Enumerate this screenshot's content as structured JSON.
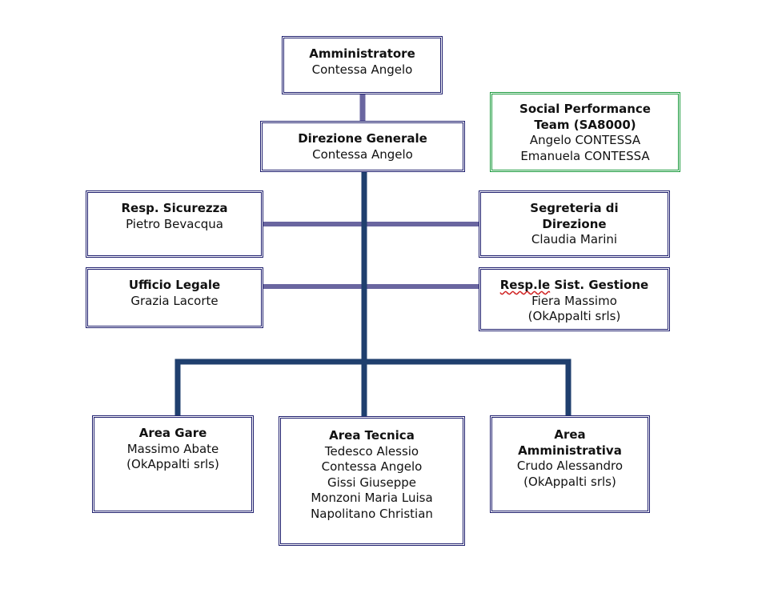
{
  "colors": {
    "box_border": "#1f1f6e",
    "sa8000_border": "#1a9a3c",
    "trunk_line": "#1f3f6e",
    "staff_line": "#6a66a0"
  },
  "boxes": {
    "amministratore": {
      "title": "Amministratore",
      "lines": [
        "Contessa Angelo"
      ]
    },
    "direzione_generale": {
      "title": "Direzione Generale",
      "lines": [
        "Contessa Angelo"
      ]
    },
    "social_performance_team": {
      "title_lines": [
        "Social Performance",
        "Team (SA8000)"
      ],
      "lines": [
        "Angelo CONTESSA",
        "Emanuela CONTESSA"
      ]
    },
    "resp_sicurezza": {
      "title": "Resp. Sicurezza",
      "lines": [
        "Pietro Bevacqua"
      ]
    },
    "segreteria_direzione": {
      "title_lines": [
        "Segreteria di",
        "Direzione"
      ],
      "lines": [
        "Claudia Marini"
      ]
    },
    "ufficio_legale": {
      "title": "Ufficio Legale",
      "lines": [
        "Grazia Lacorte"
      ]
    },
    "resp_sist_gestione": {
      "title_prefix": "Resp.le",
      "title_rest": " Sist. Gestione",
      "lines": [
        "Fiera Massimo",
        "(OkAppalti srls)"
      ]
    },
    "area_gare": {
      "title": "Area Gare",
      "lines": [
        "Massimo Abate",
        "(OkAppalti srls)"
      ]
    },
    "area_tecnica": {
      "title": "Area Tecnica",
      "lines": [
        "Tedesco Alessio",
        "Contessa Angelo",
        "Gissi Giuseppe",
        "Monzoni Maria Luisa",
        "Napolitano Christian"
      ]
    },
    "area_amministrativa": {
      "title_lines": [
        "Area",
        "Amministrativa"
      ],
      "lines": [
        "Crudo Alessandro",
        "(OkAppalti srls)"
      ]
    }
  }
}
